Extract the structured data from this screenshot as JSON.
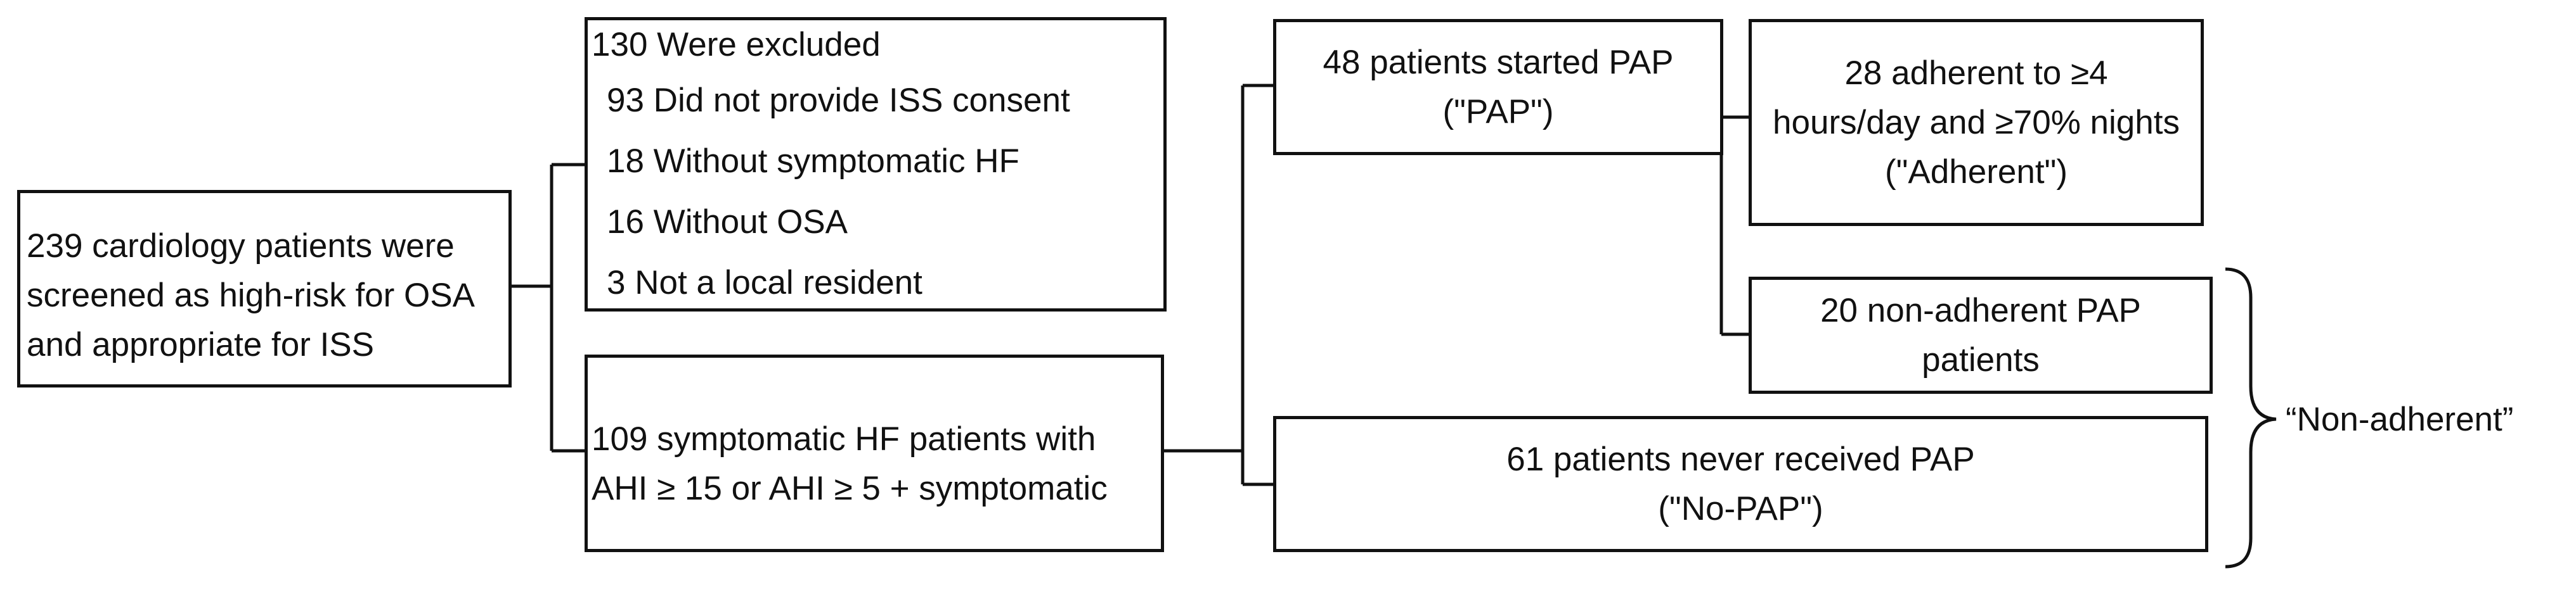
{
  "flowchart": {
    "screened": {
      "lines": [
        "239 cardiology patients were",
        "screened as high-risk for OSA",
        "and appropriate for ISS"
      ]
    },
    "excluded": {
      "title": "130 Were excluded",
      "items": [
        "93 Did not provide ISS consent",
        "18 Without symptomatic HF",
        "16 Without OSA",
        "3 Not a local resident"
      ]
    },
    "included": {
      "lines": [
        "109 symptomatic HF patients with",
        "AHI ≥ 15 or AHI ≥ 5 + symptomatic"
      ]
    },
    "started_pap": {
      "lines": [
        "48 patients started PAP",
        "(\"PAP\")"
      ]
    },
    "adherent": {
      "lines": [
        "28 adherent to ≥4",
        "hours/day and ≥70% nights",
        "(\"Adherent\")"
      ]
    },
    "non_adherent_pap": {
      "lines": [
        "20 non-adherent PAP",
        "patients"
      ]
    },
    "no_pap": {
      "lines": [
        "61 patients never received PAP",
        "(\"No-PAP\")"
      ]
    },
    "group_label": "“Non-adherent”"
  }
}
